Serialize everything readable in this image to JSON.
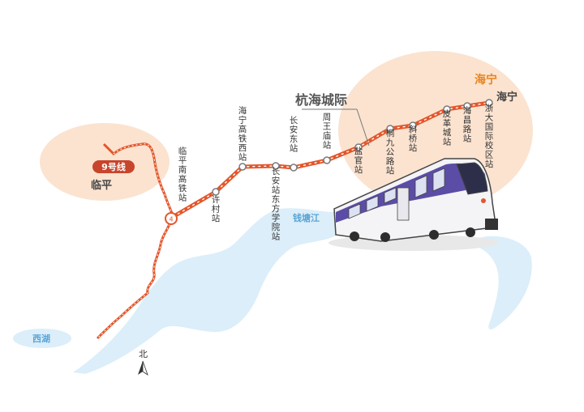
{
  "title": "杭海城际",
  "regions": {
    "haining_orange": "海宁",
    "haining_dark": "海宁",
    "linping": "临平",
    "west_lake": "西湖",
    "qiantang_river": "钱塘江"
  },
  "line9_badge": "9号线",
  "north": "北",
  "interchange_number": "4",
  "stations": [
    "临平南高铁站",
    "许村站",
    "海宁高铁西站",
    "长安站东方学院站",
    "长安东站",
    "周王庙站",
    "盐官站",
    "桐九公路站",
    "斜桥站",
    "皮革城站",
    "海昌路站",
    "浙大国际校区站"
  ],
  "colors": {
    "line": "#e2572c",
    "halo": "#fbe3d0",
    "water": "#dbeef9",
    "train_body": "#5b4da6",
    "text": "#333333",
    "accent_orange": "#e8841c",
    "badge": "#c8442b"
  }
}
